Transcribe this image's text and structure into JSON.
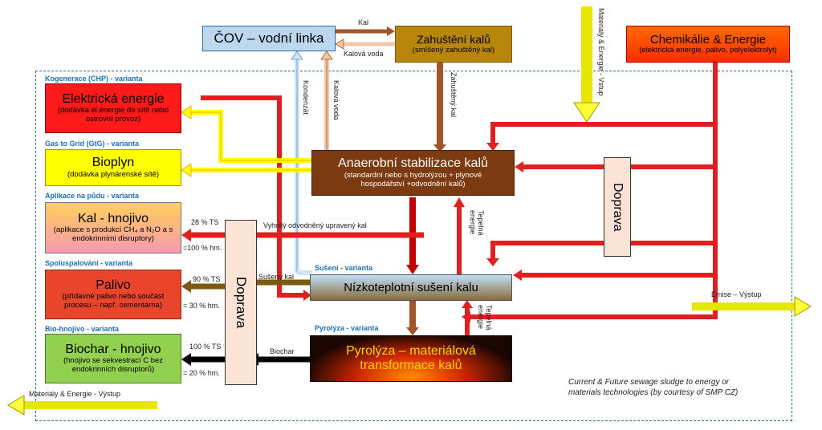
{
  "boxes": {
    "cov": {
      "title": "ČOV – vodní linka"
    },
    "zahusteni": {
      "title": "Zahuštění kalů",
      "sub": "(smíšený zahuštěný kal)"
    },
    "chemikalie": {
      "title": "Chemikálie & Energie",
      "sub": "(elektrická energie, palivo, polyelektrolyt)"
    },
    "elektricka": {
      "title": "Elektrická energie",
      "sub": "(dodávka el.energie do sítě nebo ostrovní provoz)"
    },
    "bioplyn": {
      "title": "Bioplyn",
      "sub": "(dodávka plynárenské sítě)"
    },
    "kal": {
      "title": "Kal - hnojivo",
      "sub": "(aplikace s produkcí CH₄ a N₂O a s endokrinními disruptory)"
    },
    "palivo": {
      "title": "Palivo",
      "sub": "(přídavné palivo nebo součást procesu – např. cementárna)"
    },
    "biochar": {
      "title": "Biochar - hnojivo",
      "sub": "(hnojivo se sekvestrací C bez endokrinních disruptorů)"
    },
    "anaerobni": {
      "title": "Anaerobní stabilizace kalů",
      "sub": "(standardní nebo s hydrolýzou + plynové hospodářství +odvodnění kalů)"
    },
    "suseni": {
      "title": "Nízkoteplotní sušení kalu"
    },
    "pyrolyza": {
      "title": "Pyrolýza – materiálová transformace kalů"
    },
    "doprava_left": {
      "title": "Doprava"
    },
    "doprava_right": {
      "title": "Doprava"
    }
  },
  "sections": {
    "kogenerace": "Kogenerace (CHP) - varianta",
    "gtg": "Gas to Grid (GtG) - varianta",
    "aplikace": "Aplikace na půdu - varianta",
    "spoluspalovani": "Spoluspalování - varianta",
    "biohnojivo": "Bio-hnojivo - varianta",
    "suseni": "Sušení - varianta",
    "pyrolyza": "Pyrolýza - varianta"
  },
  "labels": {
    "kal": "Kal",
    "kalova_voda_h": "Kalová voda",
    "kalova_voda_v": "Kalová voda",
    "kondenzat": "Kondenzát",
    "zahusteny_kal": "Zahuštěný kal",
    "materialy_vstup": "Materiály & Energie - Vstup",
    "materialy_vystup": "Materiály & Energie - Výstup",
    "emise": "Emise – Výstup",
    "vyhnily": "Vyhnilý odvodněný upravený kal",
    "suseny": "Sušený kal",
    "biochar": "Biochar",
    "tepelna1": "Tepelná energie",
    "tepelna2": "Tepelná energie",
    "ts28": "28 % TS",
    "hm100": "=100 % hm.",
    "ts90": "90 % TS",
    "hm30": "= 30 % hm.",
    "ts100": "100 % TS",
    "hm20": "= 20 % hm."
  },
  "footer": {
    "line1": "Current & Future sewage sludge to energy or",
    "line2": "materials technologies  (by courtesy of SMP CZ)"
  }
}
